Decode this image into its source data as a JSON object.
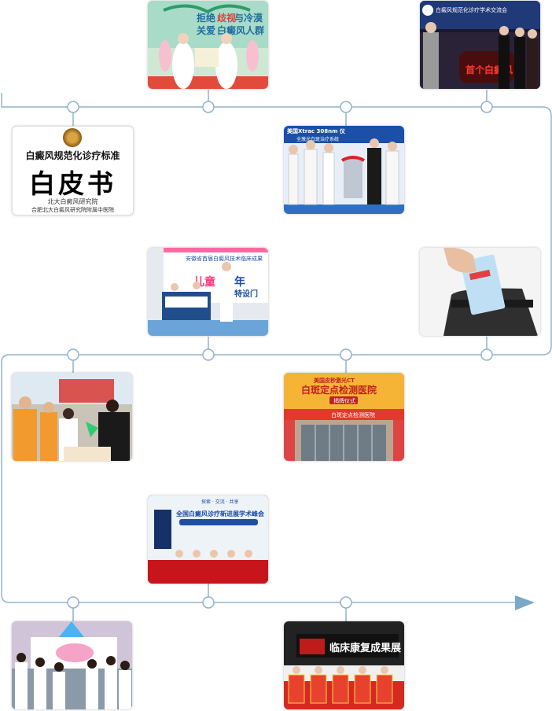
{
  "colors": {
    "line": "#8fb3cf",
    "node_fill": "#ffffff",
    "arrow": "#7ba8c9"
  },
  "photos": [
    {
      "id": "p1",
      "scene": "nurses-poster",
      "text": [
        "拒绝",
        "歧视",
        "与冷漠",
        "关爱",
        "白癜风人群"
      ]
    },
    {
      "id": "p2",
      "scene": "conference-stage",
      "text": [
        "白癜风规范化诊疗学术交流会",
        "首个白癜风"
      ]
    },
    {
      "id": "p3",
      "scene": "white-paper",
      "text": [
        "白癜风规范化诊疗标准",
        "白皮书",
        "北大白癜风研究院",
        "合肥北大白癜风研究院附属中医院"
      ]
    },
    {
      "id": "p4",
      "scene": "ribbon-ceremony",
      "text": [
        "美国Xtrac 308nm 仪",
        "全激光白斑治疗系统"
      ]
    },
    {
      "id": "p5",
      "scene": "clinic-consult",
      "text": [
        "安徽省首届白癜风技术临床成果",
        "儿童",
        "年",
        "特设门"
      ]
    },
    {
      "id": "p6",
      "scene": "card-reader",
      "text": []
    },
    {
      "id": "p7",
      "scene": "outdoor-event",
      "text": []
    },
    {
      "id": "p8",
      "scene": "building-entrance",
      "text": [
        "美国皮秒激光CT",
        "白斑定点检测医院",
        "揭牌仪式",
        "白斑定点检测医院"
      ]
    },
    {
      "id": "p9",
      "scene": "summit-stage",
      "text": [
        "探索 · 交流 · 共享",
        "全国白癜风诊疗新进展学术峰会"
      ]
    },
    {
      "id": "p10",
      "scene": "children-event",
      "text": []
    },
    {
      "id": "p11",
      "scene": "exhibition",
      "text": [
        "临床康复成果展"
      ]
    }
  ]
}
